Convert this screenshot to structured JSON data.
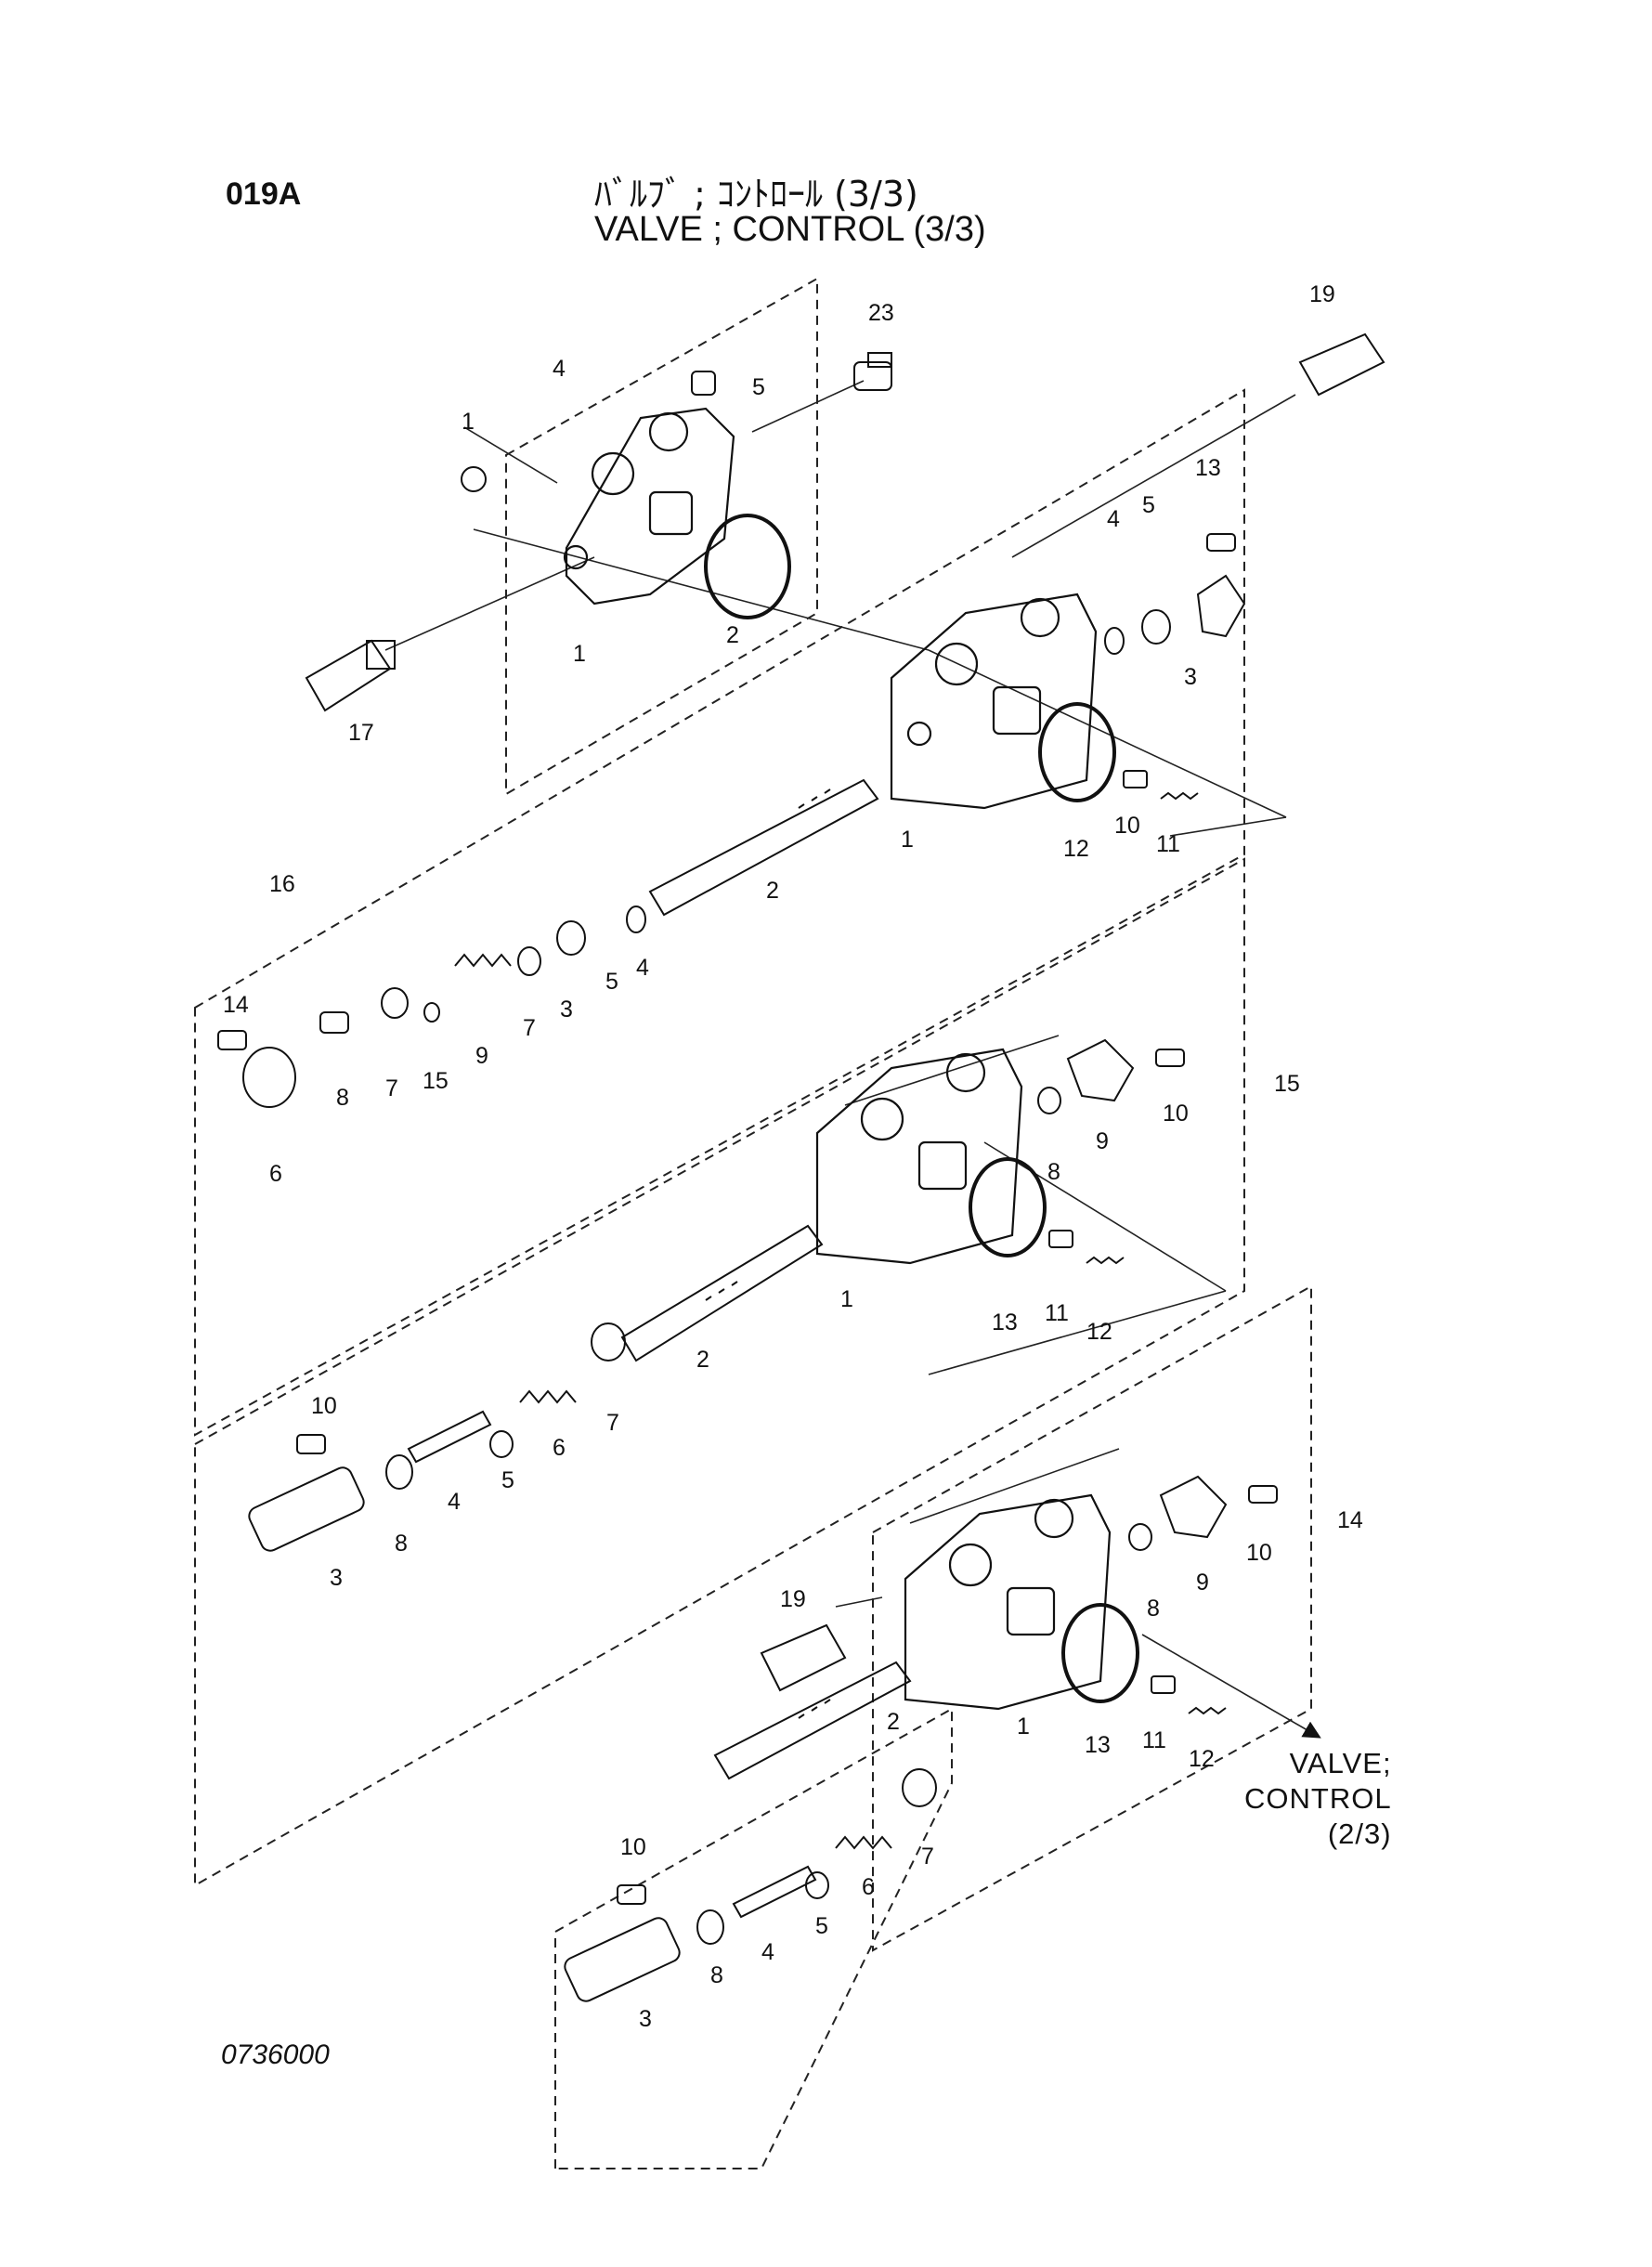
{
  "header": {
    "code": "019A",
    "title_jp": "ﾊﾞﾙﾌﾞ ; ｺﾝﾄﾛｰﾙ (3/3)",
    "title_en": "VALVE ; CONTROL (3/3)"
  },
  "footer": {
    "figure_id": "0736000"
  },
  "cross_reference": {
    "line1": "VALVE;",
    "line2": "CONTROL",
    "line3": "(2/3)"
  },
  "callouts": {
    "top": [
      "4",
      "5",
      "23",
      "19",
      "1",
      "1",
      "2",
      "17",
      "13",
      "4",
      "5",
      "3",
      "1",
      "12",
      "10",
      "11",
      "2",
      "16"
    ],
    "sec15": [
      "14",
      "6",
      "8",
      "7",
      "15",
      "9",
      "7",
      "3",
      "5",
      "4",
      "15",
      "9",
      "10",
      "8",
      "1",
      "13",
      "11",
      "12",
      "2"
    ],
    "sec14": [
      "10",
      "4",
      "5",
      "6",
      "7",
      "8",
      "3",
      "14",
      "9",
      "10",
      "8",
      "19",
      "1",
      "13",
      "11",
      "12",
      "2"
    ],
    "bottom": [
      "10",
      "8",
      "4",
      "5",
      "6",
      "7",
      "3"
    ]
  }
}
